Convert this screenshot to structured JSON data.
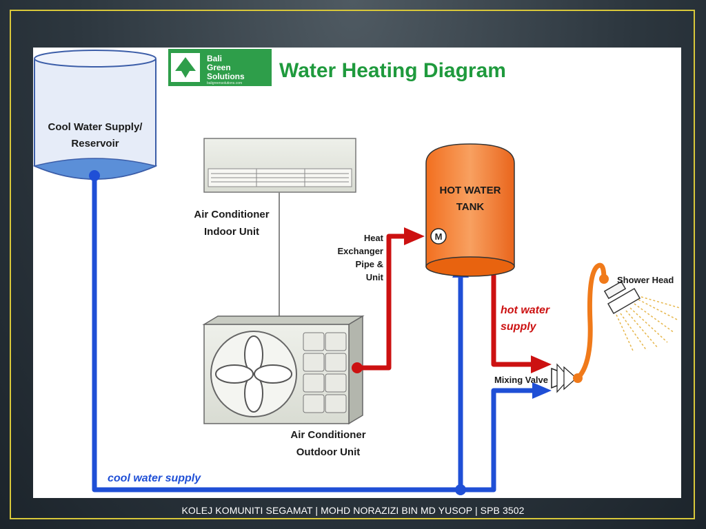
{
  "logo": {
    "line1": "Bali",
    "line2": "Green",
    "line3": "Solutions",
    "tagline": "baligreensolutions.com"
  },
  "title": "Water Heating Diagram",
  "labels": {
    "reservoir_line1": "Cool Water Supply/",
    "reservoir_line2": "Reservoir",
    "ac_indoor_line1": "Air Conditioner",
    "ac_indoor_line2": "Indoor Unit",
    "ac_outdoor_line1": "Air Conditioner",
    "ac_outdoor_line2": "Outdoor Unit",
    "heat_ex_line1": "Heat",
    "heat_ex_line2": "Exchanger",
    "heat_ex_line3": "Pipe &",
    "heat_ex_line4": "Unit",
    "tank_line1": "HOT WATER",
    "tank_line2": "TANK",
    "tank_marker": "M",
    "hot_supply_line1": "hot water",
    "hot_supply_line2": "supply",
    "shower_head": "Shower Head",
    "mixing_valve": "Mixing Valve",
    "cool_supply": "cool water supply"
  },
  "colors": {
    "cool_pipe": "#1f4fd6",
    "hot_pipe": "#cc1111",
    "shower_pipe": "#f07a1a",
    "tank_fill": "#f58a42",
    "reservoir_fill": "#e6ecf8",
    "reservoir_water": "#5b8fd8",
    "logo_green": "#2e9e4a",
    "title_green": "#1f9a3d"
  },
  "footer": "KOLEJ KOMUNITI SEGAMAT | MOHD NORAZIZI BIN MD YUSOP | SPB 3502"
}
